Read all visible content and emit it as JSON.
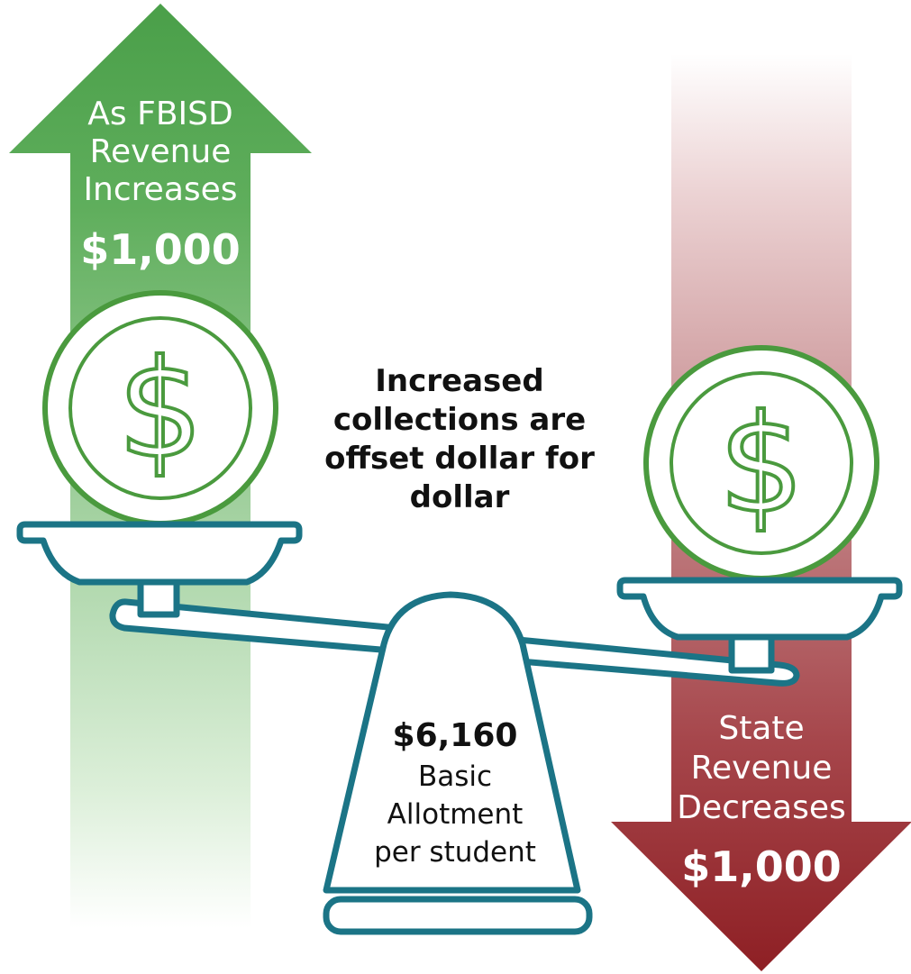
{
  "left_arrow": {
    "line1": "As FBISD",
    "line2": "Revenue",
    "line3": "Increases",
    "amount": "$1,000",
    "direction": "up",
    "color": "#4aa04a"
  },
  "right_arrow": {
    "line1": "State",
    "line2": "Revenue",
    "line3": "Decreases",
    "amount": "$1,000",
    "direction": "down",
    "color": "#8e1f24"
  },
  "center_text": {
    "line1": "Increased",
    "line2": "collections are",
    "line3": "offset dollar for",
    "line4": "dollar"
  },
  "fulcrum": {
    "amount": "$6,160",
    "line1": "Basic",
    "line2": "Allotment",
    "line3": "per student"
  },
  "coins": {
    "symbol": "$",
    "color": "#4a9a3e"
  },
  "scale": {
    "color": "#1b7486"
  }
}
